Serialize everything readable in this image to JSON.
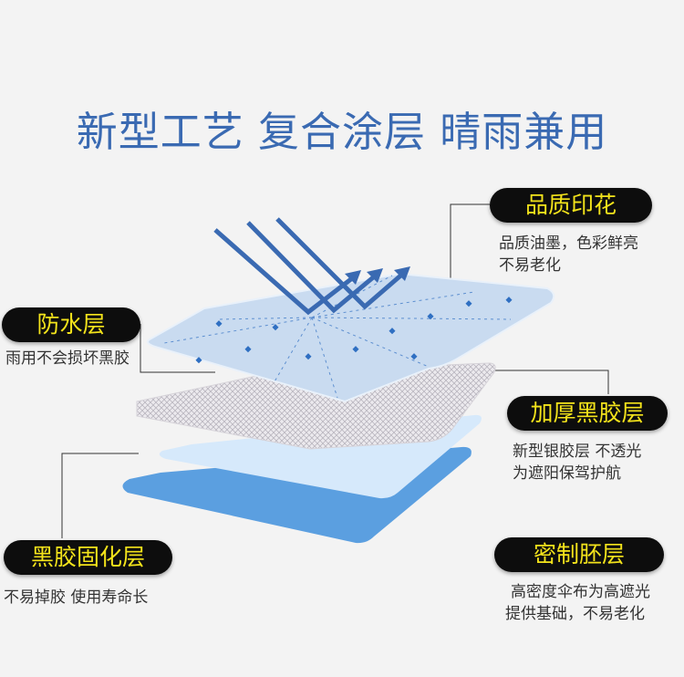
{
  "headline": "新型工艺 复合涂层 晴雨兼用",
  "callouts": {
    "print": {
      "label": "品质印花",
      "line1": "品质油墨，色彩鲜亮",
      "line2": "不易老化"
    },
    "waterproof": {
      "label": "防水层",
      "line1": "雨用不会损坏黑胶"
    },
    "black_glue": {
      "label": "加厚黑胶层",
      "line1": "新型银胶层 不透光",
      "line2": "为遮阳保驾护航"
    },
    "cure": {
      "label": "黑胶固化层",
      "line1": "不易掉胶 使用寿命长"
    },
    "fabric": {
      "label": "密制胚层",
      "line1": "高密度伞布为高遮光",
      "line2": "提供基础，不易老化"
    }
  },
  "colors": {
    "title": "#3a6ab2",
    "pill_bg": "#0d0d0d",
    "pill_text": "#f3e31b",
    "arrow": "#3a6ab2",
    "print_layer": "#c9dbf0",
    "mesh_layer": "#e4e2e6",
    "light_layer": "#d3e7fb",
    "base_layer": "#5b9fe0"
  }
}
